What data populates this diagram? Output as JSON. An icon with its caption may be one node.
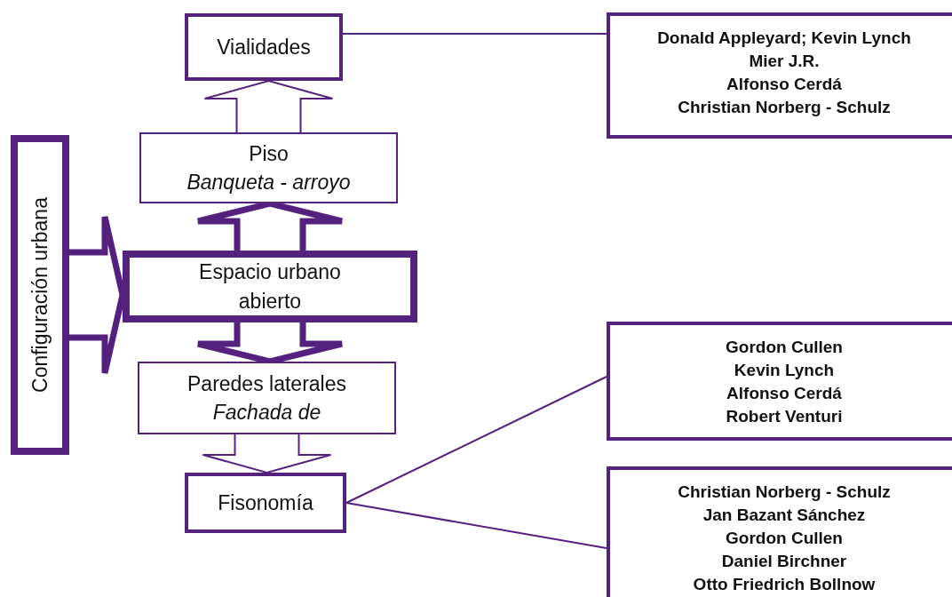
{
  "diagram": {
    "nodes": [
      {
        "text": [
          "Vialidades"
        ]
      },
      {
        "text": [
          "Piso",
          "Banqueta - arroyo"
        ]
      },
      {
        "text": [
          "Espacio urbano abierto"
        ]
      },
      {
        "text": [
          "Paredes laterales",
          "Fachada de"
        ]
      },
      {
        "text": [
          "Fisonomía"
        ]
      },
      {
        "text": [
          "Configuración urbana"
        ]
      },
      {
        "text": [
          "Donald Appleyard; Kevin Lynch",
          "Mier J.R.",
          "Alfonso Cerdá",
          "Christian Norberg - Schulz"
        ]
      },
      {
        "text": [
          "Gordon Cullen",
          "Kevin Lynch",
          "Alfonso Cerdá",
          "Robert Venturi"
        ]
      },
      {
        "text": [
          "Christian Norberg - Schulz",
          "Jan Bazant Sánchez",
          "Gordon Cullen",
          "Daniel Birchner",
          "Otto Friedrich Bollnow"
        ]
      }
    ],
    "edges": [
      {
        "from": 1,
        "to": 0,
        "arrow": "to"
      },
      {
        "from": 2,
        "to": 1,
        "arrow": "to",
        "style": "thick"
      },
      {
        "from": 2,
        "to": 3,
        "arrow": "to",
        "style": "thick"
      },
      {
        "from": 3,
        "to": 4,
        "arrow": "to"
      },
      {
        "from": 5,
        "to": 2,
        "arrow": "to",
        "style": "thick"
      },
      {
        "from": 0,
        "to": 6,
        "arrow": "none"
      },
      {
        "from": 4,
        "to": 7,
        "arrow": "none"
      },
      {
        "from": 4,
        "to": 8,
        "arrow": "none"
      }
    ]
  }
}
